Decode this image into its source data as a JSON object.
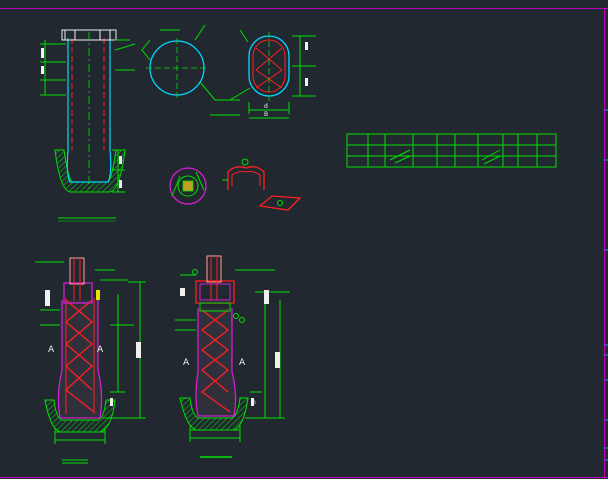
{
  "colors": {
    "background": "#212830",
    "frame": "#c000c0",
    "green": "#00e000",
    "cyan": "#00d8ff",
    "red": "#ff2020",
    "magenta": "#d020d0",
    "yellow": "#e8e000",
    "white": "#f0f0f0",
    "blue": "#4080ff"
  },
  "labels": {
    "section_a_left_1": "A",
    "section_a_right_1": "A",
    "section_a_left_2": "A",
    "section_a_right_2": "A",
    "dim_d": "d",
    "dim_b": "B",
    "dim_h": "h"
  }
}
